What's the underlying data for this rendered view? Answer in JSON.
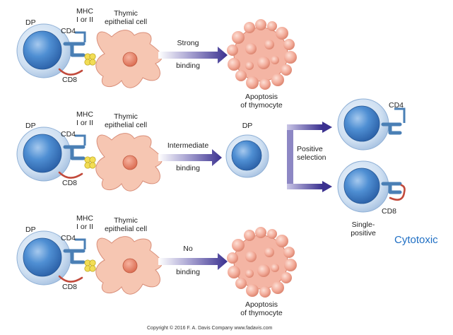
{
  "colors": {
    "dp_outer": "#c9dbef",
    "dp_inner": "#3f7fc6",
    "epithelial": "#f6c6b2",
    "epithelial_nucleus": "#e8846a",
    "mhc": "#f2dd55",
    "receptor": "#4a7fb5",
    "cd8": "#c24a3c",
    "arrow": "#3b3190",
    "apoptosis_bleb": "#f0a593",
    "cytotoxic_text": "#1f6fc4"
  },
  "rows": [
    {
      "dp_label": "DP",
      "cd4_label": "CD4",
      "cd8_label": "CD8",
      "mhc_label_line1": "MHC",
      "mhc_label_line2": "I or II",
      "thymic_label_line1": "Thymic",
      "thymic_label_line2": "epithelial cell",
      "arrow_top": "Strong",
      "arrow_bottom": "binding",
      "outcome_line1": "Apoptosis",
      "outcome_line2": "of thymocyte"
    },
    {
      "dp_label": "DP",
      "cd4_label": "CD4",
      "cd8_label": "CD8",
      "mhc_label_line1": "MHC",
      "mhc_label_line2": "I or II",
      "thymic_label_line1": "Thymic",
      "thymic_label_line2": "epithelial cell",
      "arrow_top": "Intermediate",
      "arrow_bottom": "binding",
      "outcome_dp_label": "DP",
      "selection_line1": "Positive",
      "selection_line2": "selection",
      "sp_cd4_label": "CD4",
      "sp_cd8_label": "CD8",
      "single_positive_line1": "Single-",
      "single_positive_line2": "positive"
    },
    {
      "dp_label": "DP",
      "cd4_label": "CD4",
      "cd8_label": "CD8",
      "mhc_label_line1": "MHC",
      "mhc_label_line2": "I or II",
      "thymic_label_line1": "Thymic",
      "thymic_label_line2": "epithelial cell",
      "arrow_top": "No",
      "arrow_bottom": "binding",
      "outcome_line1": "Apoptosis",
      "outcome_line2": "of thymocyte"
    }
  ],
  "annotation": "Cytotoxic",
  "copyright": "Copyright © 2016  F. A. Davis Company  www.fadavis.com"
}
